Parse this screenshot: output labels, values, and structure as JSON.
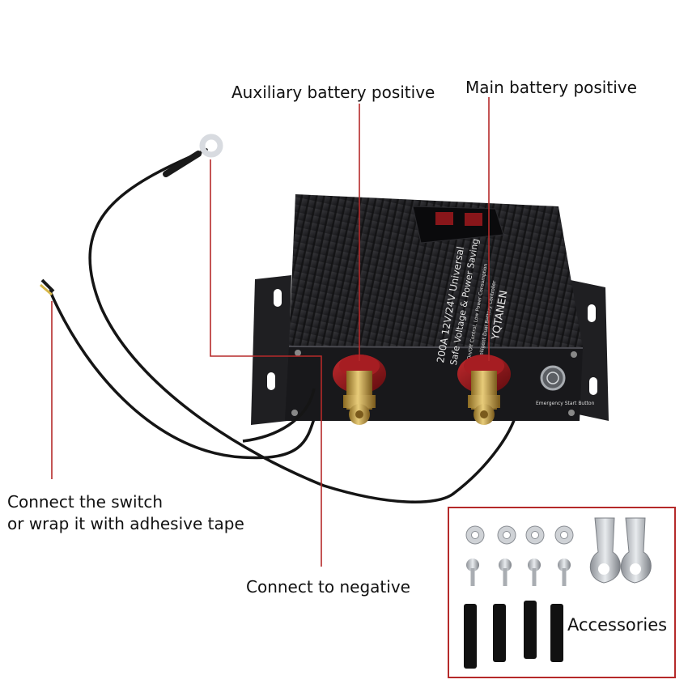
{
  "labels": {
    "aux_positive": "Auxiliary battery positive",
    "main_positive": "Main battery positive",
    "switch_line1": "Connect the switch",
    "switch_line2": "or wrap it with adhesive tape",
    "negative": "Connect to negative",
    "accessories": "Accessories"
  },
  "device": {
    "brand": "YQTANEN",
    "line1": "Intelligent Dual Battery Controller",
    "line2": "On/Off Control, Low Power Consumption",
    "line3": "Safe Voltage & Power Saving",
    "line4": "200A 12V/24V Universal",
    "button_label": "Emergency Start Button"
  },
  "colors": {
    "leader_line": "#b52a2a",
    "housing": "#1c1c1e",
    "terminal_red": "#8e1418",
    "brass": "#c9a24a"
  },
  "accessories": {
    "washers": 4,
    "screws": 4,
    "heat_shrink_tubes": 4,
    "ring_lugs": 2
  }
}
